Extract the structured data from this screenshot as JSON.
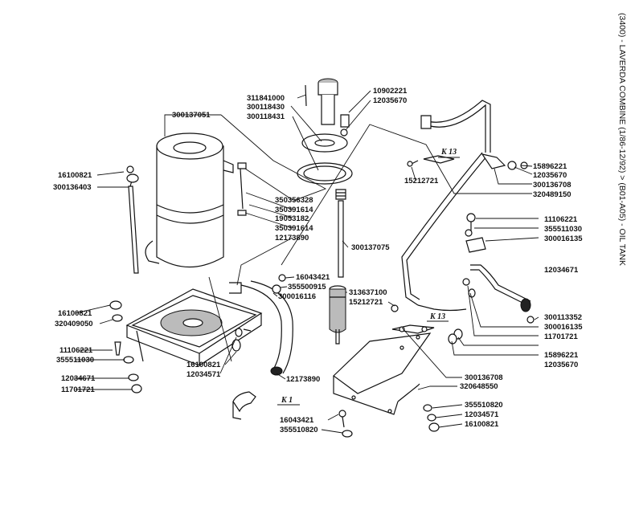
{
  "title": "(3400) - LAVERDA COMBINE (1/86-12/92) > (B01-A05) - OIL TANK",
  "part_labels": [
    "311841000",
    "300118430",
    "300118431",
    "10902221",
    "12035670",
    "300137051",
    "16100821",
    "300136403",
    "15212721",
    "15896221",
    "12035670",
    "300136708",
    "320489150",
    "350356328",
    "350391614",
    "19053182",
    "350391614",
    "12173890",
    "300137075",
    "11106221",
    "355511030",
    "300016135",
    "16043421",
    "355500915",
    "300016116",
    "313637100",
    "12034671",
    "16100821",
    "320409050",
    "15212721",
    "300113352",
    "300016135",
    "11701721",
    "15896221",
    "12035670",
    "11106221",
    "355511030",
    "16100821",
    "12034571",
    "12173890",
    "12034671",
    "11701721",
    "300136708",
    "320648550",
    "355510820",
    "12034571",
    "16100821",
    "16043421",
    "355510820"
  ],
  "ref_marks": [
    "K 13",
    "K 13",
    "K 1"
  ],
  "colors": {
    "ink": "#111111",
    "paper": "#ffffff"
  }
}
